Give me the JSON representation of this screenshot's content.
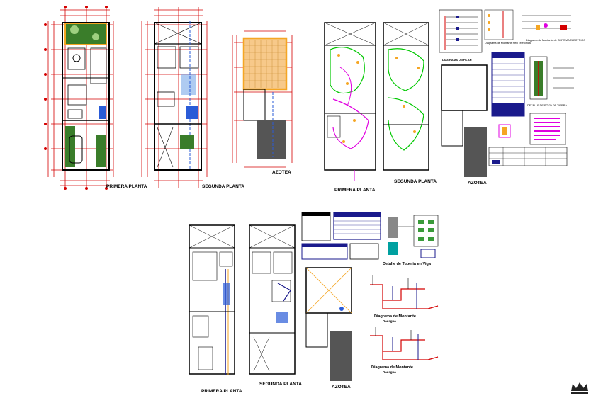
{
  "arch_group": {
    "primera_planta": "PRIMERA PLANTA",
    "segunda_planta": "SEGUNDA PLANTA",
    "azotea": "AZOTEA"
  },
  "electrical_group": {
    "primera_planta": "PRIMERA PLANTA",
    "segunda_planta": "SEGUNDA PLANTA",
    "azotea": "AZOTEA",
    "diagrama_unifilar": "DIAGRAMA UNIFILAR",
    "montante_title": "Diagrama de Montante Red Telefonica",
    "sistema_title": "Diagrama de Montante de SISTEMA ELECTRICO",
    "pozo_title": "DETALLE DE POZO DE TIERRA"
  },
  "plumbing_group": {
    "primera_planta": "PRIMERA PLANTA",
    "segunda_planta": "SEGUNDA PLANTA",
    "azotea": "AZOTEA",
    "detalle_tuberia": "Detalle de Tuberia en Viga",
    "montante_1": "Diagrama de Montante",
    "montante_1_sub": "Desague",
    "montante_2": "Diagrama de Montante",
    "montante_2_sub": "Desague"
  },
  "colors": {
    "dimension_red": "#d40000",
    "wall": "#000000",
    "electrical_green": "#00c800",
    "electrical_magenta": "#e000e0",
    "water_blue": "#0000cc",
    "roof_orange": "#f5a623",
    "table_navy": "#1a1a8c"
  }
}
